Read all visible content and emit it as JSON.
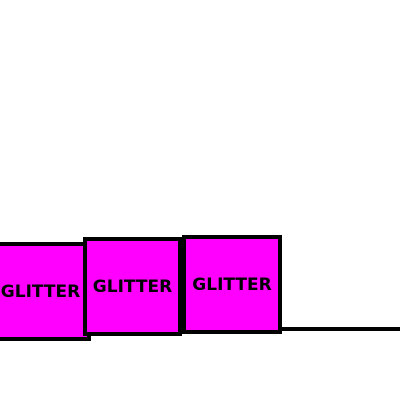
{
  "colors": {
    "background": "#ffffff",
    "block_fill": "#ff00ff",
    "outline": "#000000"
  },
  "blocks": [
    {
      "label": "GLITTER"
    },
    {
      "label": "GLITTER"
    },
    {
      "label": "GLITTER"
    }
  ]
}
